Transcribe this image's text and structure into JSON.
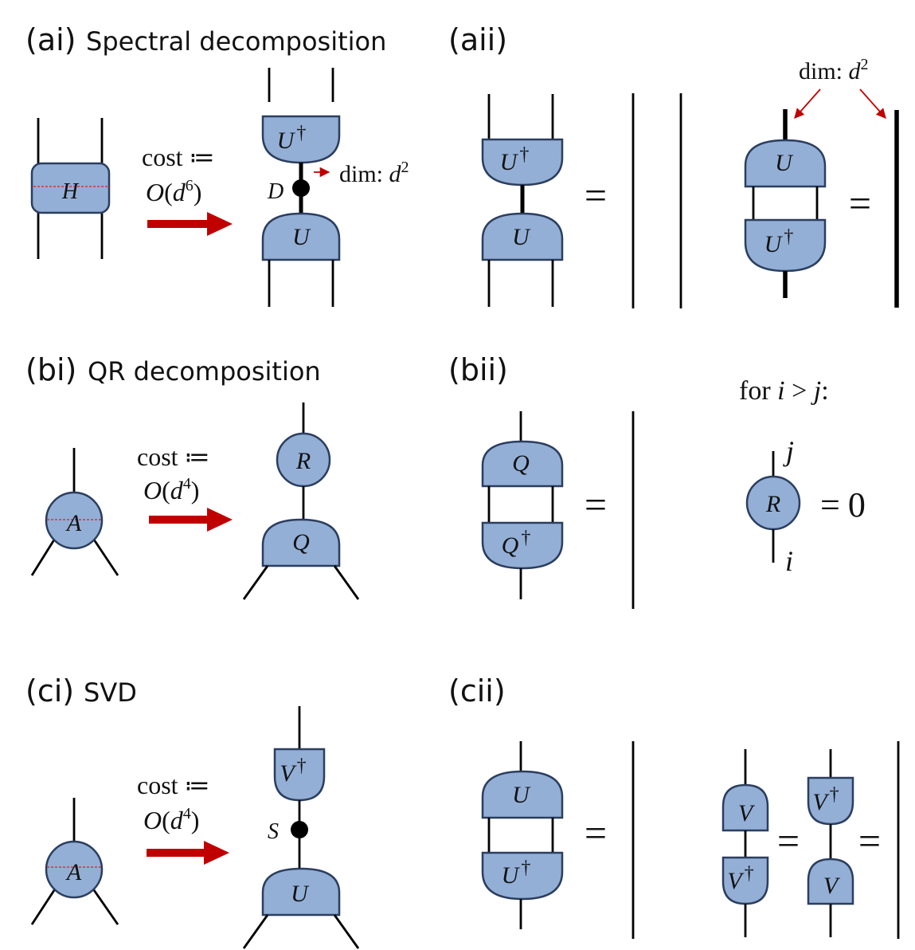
{
  "panels": {
    "ai": {
      "label": "(ai)",
      "title": "Spectral decomposition"
    },
    "aii": {
      "label": "(aii)"
    },
    "bi": {
      "label": "(bi)",
      "title": "QR decomposition"
    },
    "bii": {
      "label": "(bii)"
    },
    "ci": {
      "label": "(ci)",
      "title": "SVD"
    },
    "cii": {
      "label": "(cii)"
    }
  },
  "costs": {
    "spectral": {
      "line1": "cost ≔",
      "O": "O",
      "d": "d",
      "exp": "6"
    },
    "qr": {
      "line1": "cost ≔",
      "O": "O",
      "d": "d",
      "exp": "4"
    },
    "svd": {
      "line1": "cost ≔",
      "O": "O",
      "d": "d",
      "exp": "4"
    }
  },
  "tensors": {
    "H": "H",
    "U": "U",
    "Q": "Q",
    "R": "R",
    "A": "A",
    "V": "V",
    "D": "D",
    "S": "S",
    "dagger": "†"
  },
  "annotations": {
    "dim_prefix": "dim: ",
    "dim_d": "d",
    "dim_exp": "2",
    "for_prefix": "for ",
    "i": "i",
    "gt": " > ",
    "j": "j",
    "colon": ":",
    "equals": "=",
    "zero": "0"
  },
  "colors": {
    "tensor_fill": "#93AFD6",
    "tensor_stroke": "#2B3E5F",
    "arrow_red": "#C00000",
    "dash_red": "#D42020"
  },
  "icons": {
    "arrow": "right-arrow-icon",
    "node": "singular-value-node-icon"
  }
}
